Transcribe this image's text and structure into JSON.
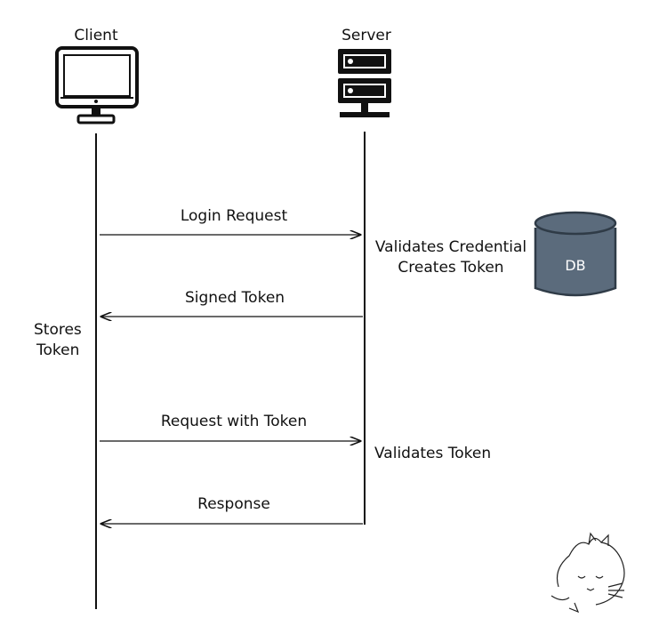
{
  "actors": {
    "client": {
      "label": "Client",
      "icon": "monitor-icon"
    },
    "server": {
      "label": "Server",
      "icon": "server-rack-icon"
    }
  },
  "messages": [
    {
      "label": "Login Request",
      "direction": "client-to-server"
    },
    {
      "label": "Signed Token",
      "direction": "server-to-client"
    },
    {
      "label": "Request with Token",
      "direction": "client-to-server"
    },
    {
      "label": "Response",
      "direction": "server-to-client"
    }
  ],
  "notes": {
    "server_validate_line1": "Validates Credential",
    "server_validate_line2": "Creates Token",
    "client_store_line1": "Stores",
    "client_store_line2": "Token",
    "server_validate_token": "Validates Token"
  },
  "database": {
    "label": "DB",
    "icon": "database-cylinder-icon",
    "color": "#5b6b7c"
  },
  "decoration": {
    "icon": "sleeping-cat-doodle-icon"
  },
  "colors": {
    "ink": "#111111",
    "db_fill": "#5b6b7c",
    "db_stroke": "#2f3b47"
  }
}
